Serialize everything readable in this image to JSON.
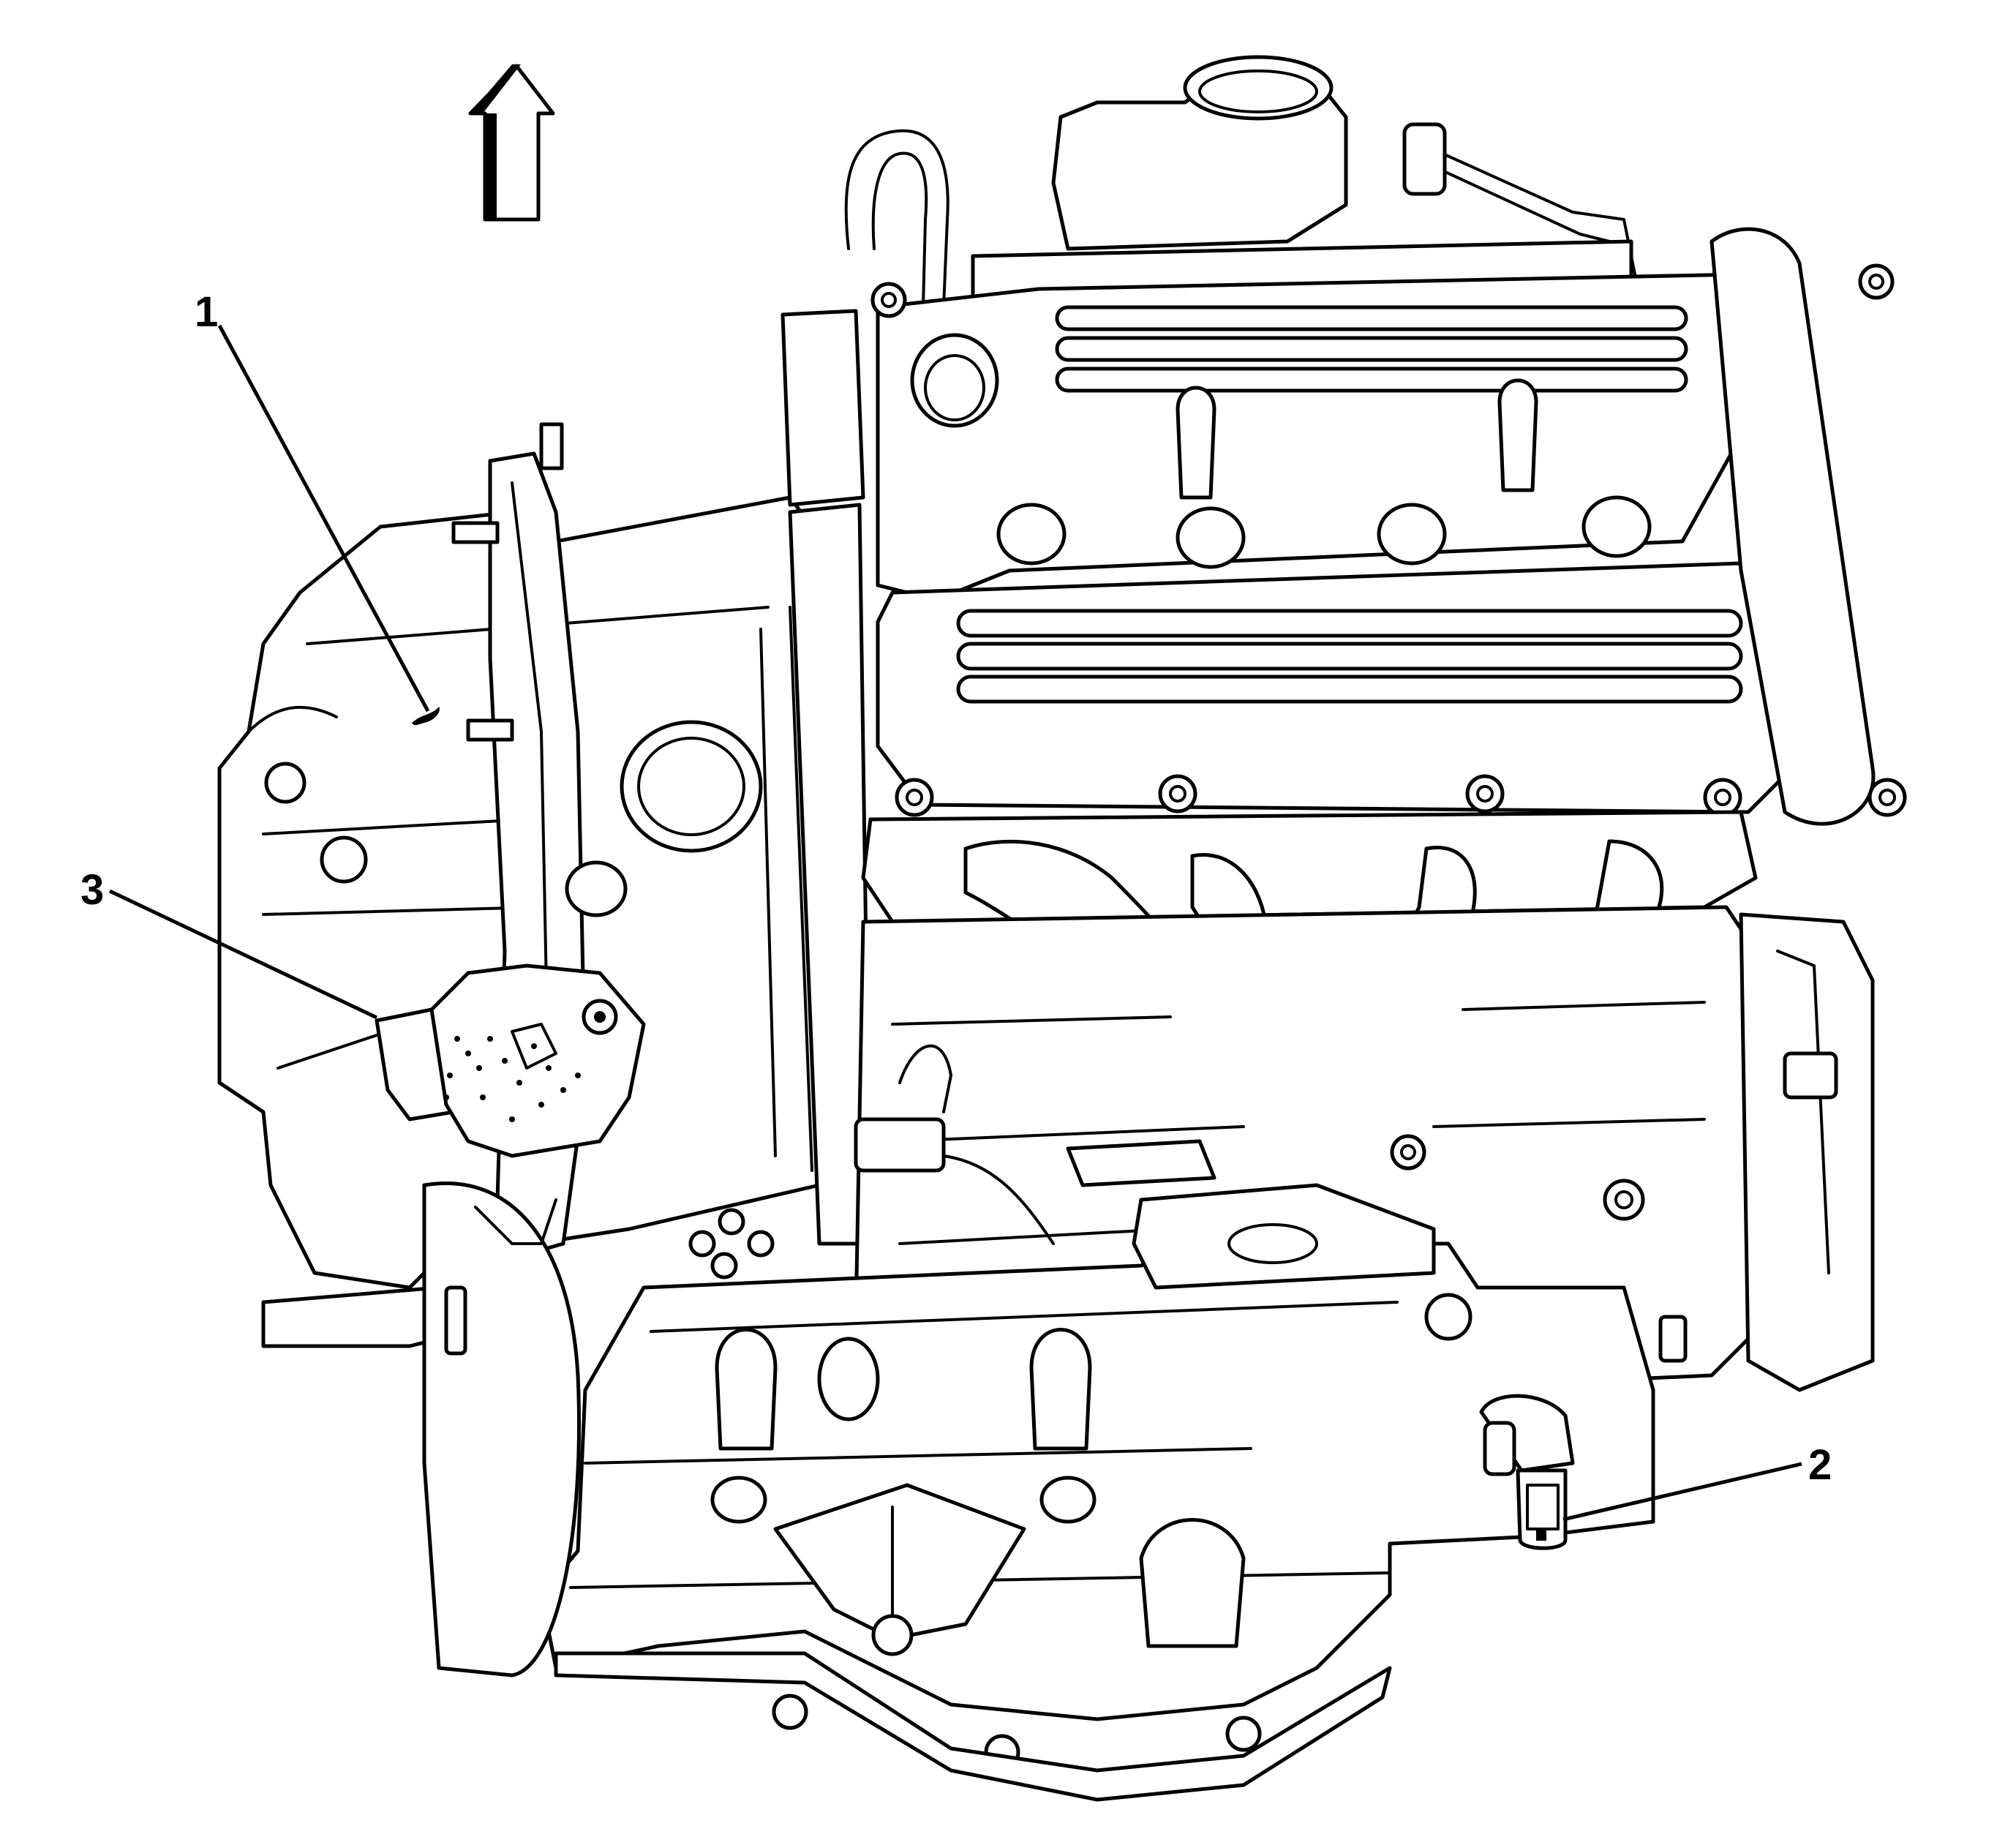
{
  "figure": {
    "type": "engine-assembly-line-drawing",
    "orientation_arrow": "up-arrow-icon",
    "colors": {
      "line": "#000000",
      "background": "#ffffff"
    }
  },
  "callouts": [
    {
      "number": "1",
      "label": "1"
    },
    {
      "number": "2",
      "label": "2"
    },
    {
      "number": "3",
      "label": "3"
    }
  ]
}
